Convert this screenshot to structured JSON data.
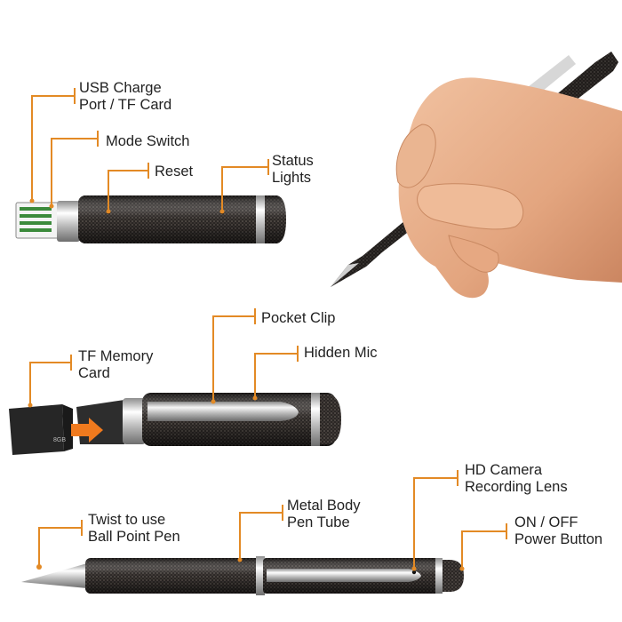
{
  "callouts": {
    "usb_charge": [
      "USB Charge",
      "Port / TF Card"
    ],
    "mode_switch": "Mode Switch",
    "reset": "Reset",
    "status_lights": [
      "Status",
      "Lights"
    ],
    "pocket_clip": "Pocket Clip",
    "tf_memory": [
      "TF Memory",
      "Card"
    ],
    "hidden_mic": "Hidden Mic",
    "hd_camera": [
      "HD Camera",
      "Recording Lens"
    ],
    "twist_pen": [
      "Twist to use",
      "Ball Point Pen"
    ],
    "metal_body": [
      "Metal Body",
      "Pen Tube"
    ],
    "power_button": [
      "ON / OFF",
      "Power Button"
    ]
  },
  "card_marking": "8GB",
  "colors": {
    "leader": "#e38a25",
    "arrow": "#f07a1e",
    "pen_body": "#2a2624",
    "chrome": "#d9d9d9",
    "skin": "#e8b08e"
  }
}
